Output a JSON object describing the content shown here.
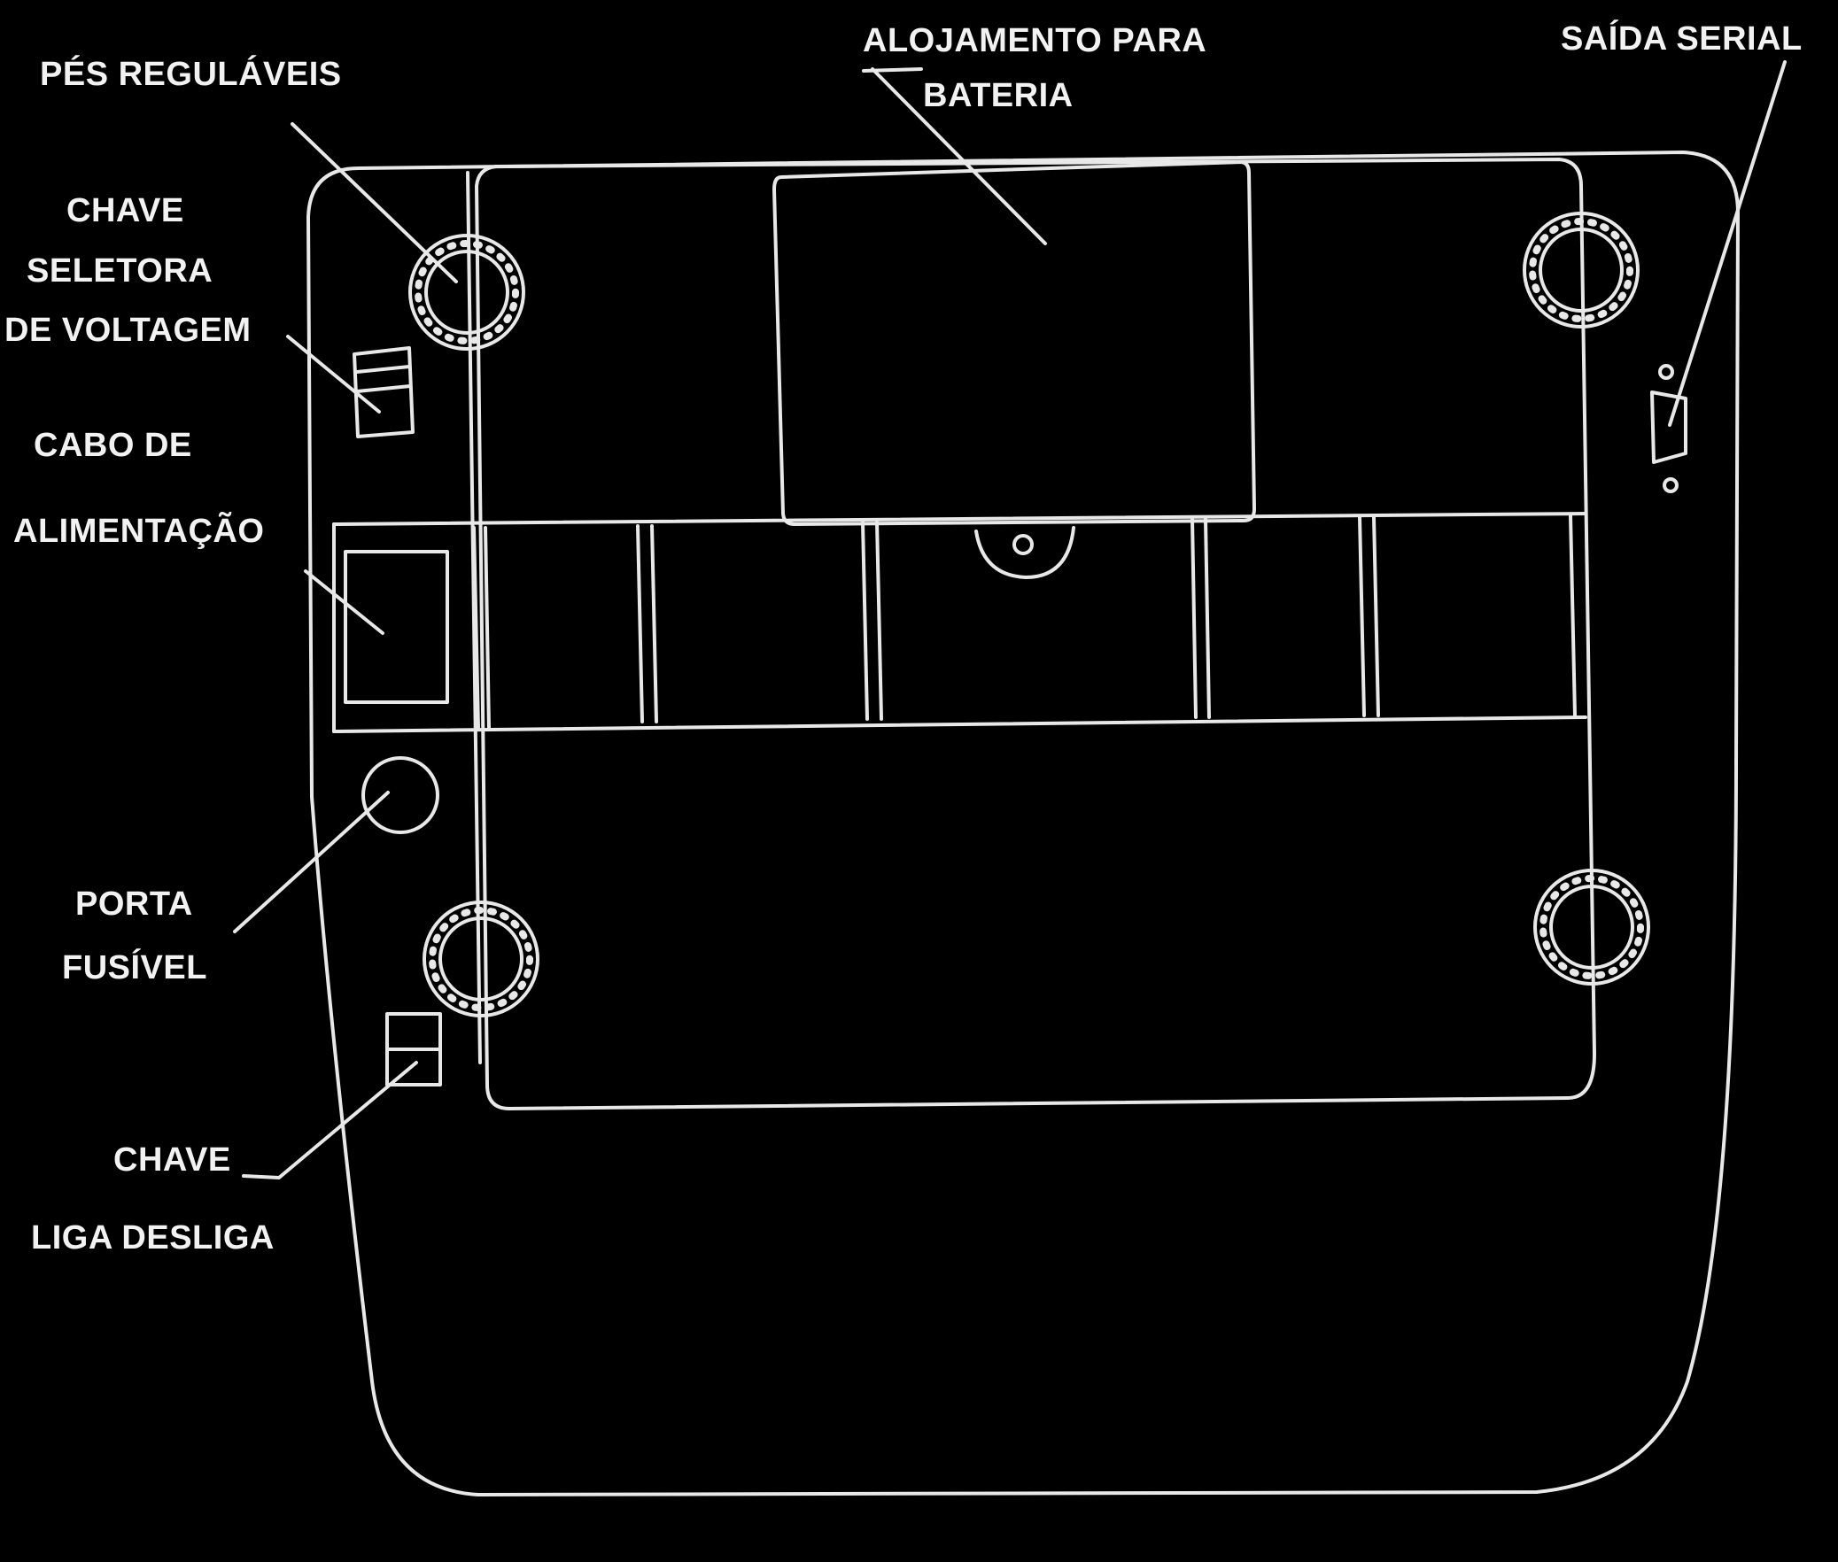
{
  "colors": {
    "background": "#000000",
    "line": "#e8e8e8",
    "text": "#f2f2f2"
  },
  "labels": {
    "pes_reg": "PÉS REGULÁVEIS",
    "alojamento_1": "ALOJAMENTO PARA",
    "alojamento_2": "BATERIA",
    "saida_serial": "SAÍDA SERIAL",
    "chave_sel_1": "CHAVE",
    "chave_sel_2": "SELETORA",
    "chave_sel_3": "DE VOLTAGEM",
    "cabo_1": "CABO DE",
    "cabo_2": "ALIMENTAÇÃO",
    "porta_1": "PORTA",
    "porta_2": "FUSÍVEL",
    "chave_liga_1": "CHAVE",
    "chave_liga_2": "LIGA DESLIGA"
  }
}
